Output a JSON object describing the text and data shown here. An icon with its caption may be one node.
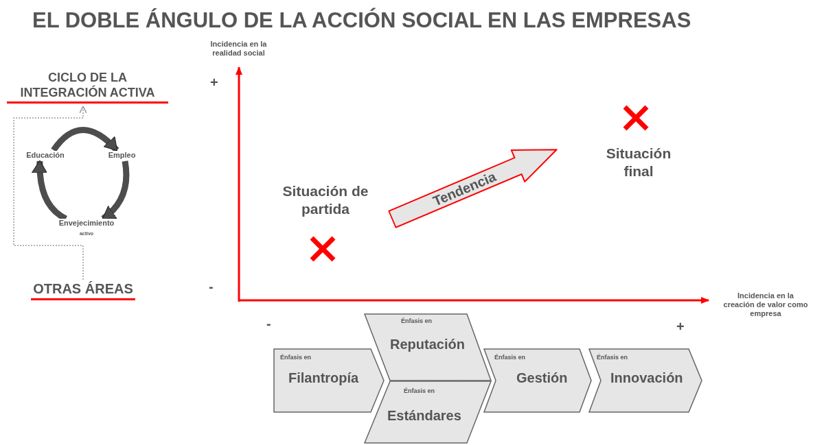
{
  "diagram": {
    "title": "EL DOBLE ÁNGULO DE LA ACCIÓN SOCIAL EN LAS EMPRESAS",
    "nodes": [
      {
        "text": [
          "CICLO DE LA INTEGRACIÓN ACTIVA"
        ]
      },
      {
        "text": [
          "Educación"
        ]
      },
      {
        "text": [
          "Empleo"
        ]
      },
      {
        "text": [
          "Envejecimiento",
          "activo"
        ]
      },
      {
        "text": [
          "OTRAS ÁREAS"
        ]
      },
      {
        "text": [
          "Situación final"
        ]
      },
      {
        "text": [
          "Tendencia"
        ]
      },
      {
        "text": [
          "Situación de partida"
        ]
      },
      {
        "text": [
          "Énfasis en",
          "Filantropía"
        ]
      },
      {
        "text": [
          "Énfasis en",
          "Reputación"
        ]
      },
      {
        "text": [
          "Énfasis en",
          "Estándares"
        ]
      },
      {
        "text": [
          "Énfasis en",
          "Gestión"
        ]
      },
      {
        "text": [
          "Énfasis en",
          "Innovación"
        ]
      }
    ],
    "edges": [
      {
        "from": 1,
        "to": 2,
        "arrow": "to"
      },
      {
        "from": 2,
        "to": 3,
        "arrow": "to"
      },
      {
        "from": 3,
        "to": 1,
        "arrow": "to"
      },
      {
        "from": 4,
        "to": 0,
        "arrow": "to",
        "style": "dashed",
        "color": "#999999"
      }
    ],
    "labels": [
      "Incidencia en la realidad social",
      "+",
      "-",
      "Incidencia en la creación de valor como empresa",
      "-",
      "+"
    ]
  }
}
